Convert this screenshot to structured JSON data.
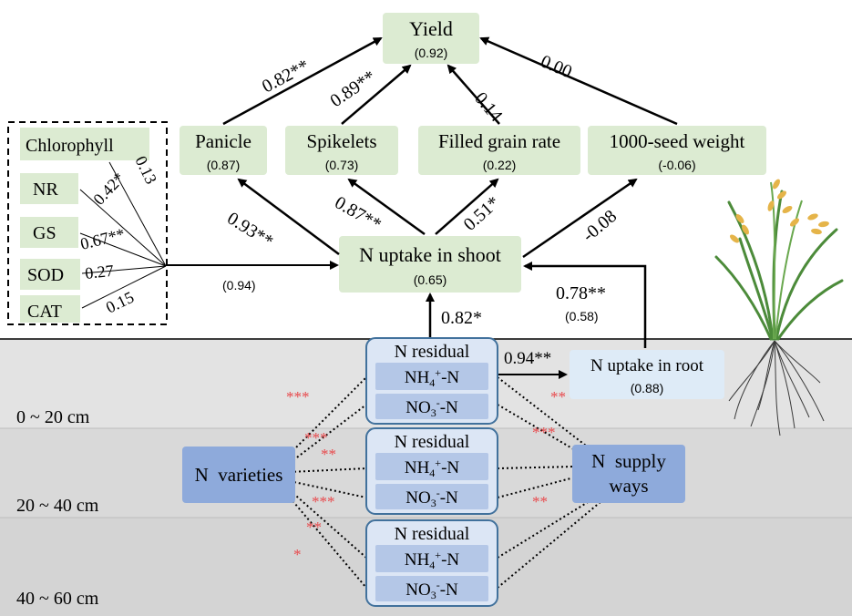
{
  "colors": {
    "green_box": "#dcebd2",
    "soil_band_light": "#e6e6e6",
    "soil_band_mid": "#d9d9d9",
    "box_light_blue": "#dce6f5",
    "box_mid_blue": "#b4c7e7",
    "box_dark_blue": "#8eaadb",
    "box_border": "#41719c",
    "root_box": "#deebf7",
    "sig_red": "#e8474a",
    "arrow": "#000000"
  },
  "yield": {
    "label": "Yield",
    "value": "(0.92)"
  },
  "components": [
    {
      "key": "panicle",
      "label": "Panicle",
      "value": "(0.87)"
    },
    {
      "key": "spikelets",
      "label": "Spikelets",
      "value": "(0.73)"
    },
    {
      "key": "filled",
      "label": "Filled grain rate",
      "value": "(0.22)"
    },
    {
      "key": "seed",
      "label": "1000-seed weight",
      "value": "(-0.06)"
    }
  ],
  "top_coefficients": [
    "0.82**",
    "0.89**",
    "0.14",
    "0.00"
  ],
  "shoot": {
    "label": "N uptake in shoot",
    "value": "(0.65)"
  },
  "shoot_coefficients": [
    "0.93**",
    "0.87**",
    "0.51*",
    "-0.08"
  ],
  "physiology": {
    "items": [
      "Chlorophyll",
      "NR",
      "GS",
      "SOD",
      "CAT"
    ],
    "coefficients": [
      "0.13",
      "0.42*",
      "0.67**",
      "0.27",
      "0.15"
    ],
    "r2": "(0.94)"
  },
  "root": {
    "label": "N uptake in root",
    "value": "(0.88)"
  },
  "root_to_shoot": {
    "coef": "0.78**",
    "value": "(0.58)"
  },
  "residual_to_shoot": "0.82*",
  "residual_to_root": "0.94**",
  "residual_groups": [
    {
      "title": "N residual",
      "nh4": "NH",
      "nh4_sub": "4",
      "nh4_sup": "+",
      "nh4_tail": "-N",
      "no3": "NO",
      "no3_sub": "3",
      "no3_sup": "-",
      "no3_tail": "-N"
    },
    {
      "title": "N residual",
      "nh4": "NH",
      "nh4_sub": "4",
      "nh4_sup": "+",
      "nh4_tail": "-N",
      "no3": "NO",
      "no3_sub": "3",
      "no3_sup": "-",
      "no3_tail": "-N"
    },
    {
      "title": "N residual",
      "nh4": "NH",
      "nh4_sub": "4",
      "nh4_sup": "+",
      "nh4_tail": "-N",
      "no3": "NO",
      "no3_sub": "3",
      "no3_sup": "-",
      "no3_tail": "-N"
    }
  ],
  "depths": [
    "0 ~ 20 cm",
    "20 ~ 40 cm",
    "40 ~ 60 cm"
  ],
  "varieties": {
    "label": "N  varieties"
  },
  "supply": {
    "line1": "N  supply",
    "line2": "ways"
  },
  "varieties_sig": [
    "***",
    "***",
    "**",
    "***",
    "**",
    "*"
  ],
  "supply_sig": [
    "**",
    "***",
    "**"
  ]
}
